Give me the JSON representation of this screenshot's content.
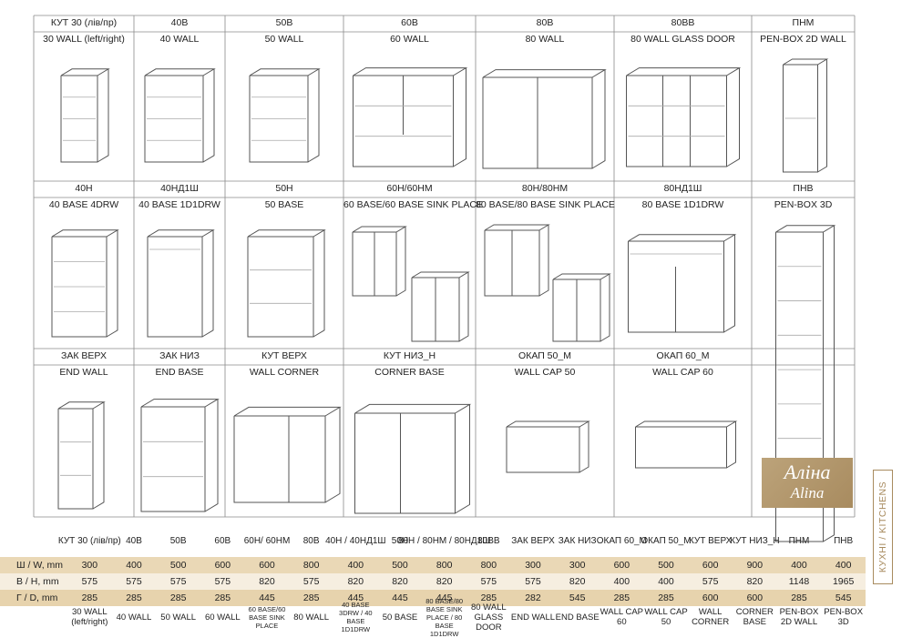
{
  "grid_rows": [
    {
      "cells": [
        {
          "code": "КУТ 30 (лів/пр)",
          "name": "30 WALL (left/right)",
          "icon": "wall-cabinet-narrow-icon"
        },
        {
          "code": "40В",
          "name": "40 WALL",
          "icon": "wall-cabinet-icon"
        },
        {
          "code": "50В",
          "name": "50 WALL",
          "icon": "wall-cabinet-icon"
        },
        {
          "code": "60В",
          "name": "60 WALL",
          "icon": "wall-cabinet-rack-icon"
        },
        {
          "code": "80В",
          "name": "80 WALL",
          "icon": "wall-cabinet-wide-icon"
        },
        {
          "code": "80ВВ",
          "name": "80 WALL GLASS DOOR",
          "icon": "wall-cabinet-glass-icon"
        },
        {
          "code": "ПНМ",
          "name": "PEN-BOX 2D WALL",
          "icon": "tall-wall-cabinet-icon"
        }
      ]
    },
    {
      "cells": [
        {
          "code": "40Н",
          "name": "40 BASE 4DRW",
          "icon": "base-cabinet-drawers-icon"
        },
        {
          "code": "40НД1Ш",
          "name": "40 BASE 1D1DRW",
          "icon": "base-cabinet-door-drawer-icon"
        },
        {
          "code": "50Н",
          "name": "50 BASE",
          "icon": "base-cabinet-icon"
        },
        {
          "code": "60Н/60НМ",
          "name": "60 BASE/60 BASE SINK PLACE",
          "icon": "base-cabinet-pair-icon"
        },
        {
          "code": "80Н/80НМ",
          "name": "80 BASE/80 BASE SINK PLACE",
          "icon": "base-cabinet-pair-wide-icon"
        },
        {
          "code": "80НД1Ш",
          "name": "80 BASE 1D1DRW",
          "icon": "base-cabinet-wide-drawer-icon"
        },
        {
          "code": "ПНВ",
          "name": "PEN-BOX 3D",
          "icon": "pencil-box-tall-icon"
        }
      ]
    },
    {
      "cells": [
        {
          "code": "ЗАК ВЕРХ",
          "name": "END WALL",
          "icon": "end-wall-shelf-icon"
        },
        {
          "code": "ЗАК НИЗ",
          "name": "END BASE",
          "icon": "end-base-shelf-icon"
        },
        {
          "code": "КУТ ВЕРХ",
          "name": "WALL CORNER",
          "icon": "wall-corner-icon"
        },
        {
          "code": "КУТ НИЗ_Н",
          "name": "CORNER BASE",
          "icon": "corner-base-icon"
        },
        {
          "code": "ОКАП 50_М",
          "name": "WALL CAP 50",
          "icon": "wall-cap-icon"
        },
        {
          "code": "ОКАП 60_М",
          "name": "WALL CAP 60",
          "icon": "wall-cap-wide-icon"
        }
      ]
    }
  ],
  "logo": {
    "line1": "Аліна",
    "line2": "Alina"
  },
  "side_label": "КУХНІ / KITCHENS",
  "table": {
    "columns": [
      {
        "head": "КУТ 30 (лів/пр)",
        "w": "300",
        "h": "575",
        "d": "285",
        "foot": "30 WALL (left/right)"
      },
      {
        "head": "40В",
        "w": "400",
        "h": "575",
        "d": "285",
        "foot": "40 WALL"
      },
      {
        "head": "50В",
        "w": "500",
        "h": "575",
        "d": "285",
        "foot": "50 WALL"
      },
      {
        "head": "60В",
        "w": "600",
        "h": "575",
        "d": "285",
        "foot": "60 WALL"
      },
      {
        "head": "60Н/ 60НМ",
        "w": "600",
        "h": "820",
        "d": "445",
        "foot": "60 BASE/60 BASE SINK PLACE"
      },
      {
        "head": "80В",
        "w": "800",
        "h": "575",
        "d": "285",
        "foot": "80 WALL"
      },
      {
        "head": "40Н / 40НД1Ш",
        "w": "400",
        "h": "820",
        "d": "445",
        "foot": "40 BASE 3DRW / 40 BASE 1D1DRW"
      },
      {
        "head": "50Н",
        "w": "500",
        "h": "820",
        "d": "445",
        "foot": "50 BASE"
      },
      {
        "head": "80Н / 80НМ / 80НД1Ш",
        "w": "800",
        "h": "820",
        "d": "445",
        "foot": "80 BASE/80 BASE SINK PLACE / 80 BASE 1D1DRW"
      },
      {
        "head": "80ВВ",
        "w": "800",
        "h": "575",
        "d": "285",
        "foot": "80 WALL GLASS DOOR"
      },
      {
        "head": "ЗАК ВЕРХ",
        "w": "300",
        "h": "575",
        "d": "282",
        "foot": "END WALL"
      },
      {
        "head": "ЗАК НИЗ",
        "w": "300",
        "h": "820",
        "d": "545",
        "foot": "END BASE"
      },
      {
        "head": "ОКАП 60_М",
        "w": "600",
        "h": "400",
        "d": "285",
        "foot": "WALL CAP 60"
      },
      {
        "head": "ОКАП 50_М",
        "w": "500",
        "h": "400",
        "d": "285",
        "foot": "WALL CAP 50"
      },
      {
        "head": "КУТ ВЕРХ",
        "w": "600",
        "h": "575",
        "d": "600",
        "foot": "WALL CORNER"
      },
      {
        "head": "КУТ НИЗ_Н",
        "w": "900",
        "h": "820",
        "d": "600",
        "foot": "CORNER BASE"
      },
      {
        "head": "ПНМ",
        "w": "400",
        "h": "1148",
        "d": "285",
        "foot": "PEN-BOX 2D WALL"
      },
      {
        "head": "ПНВ",
        "w": "400",
        "h": "1965",
        "d": "545",
        "foot": "PEN-BOX 3D"
      }
    ],
    "row_labels": {
      "w": "Ш / W, mm",
      "h": "В / H, mm",
      "d": "Г / D, mm"
    },
    "colors": {
      "band1": "#ead8b6",
      "band2": "#f6eee0",
      "band3": "#e7d3ad"
    }
  }
}
